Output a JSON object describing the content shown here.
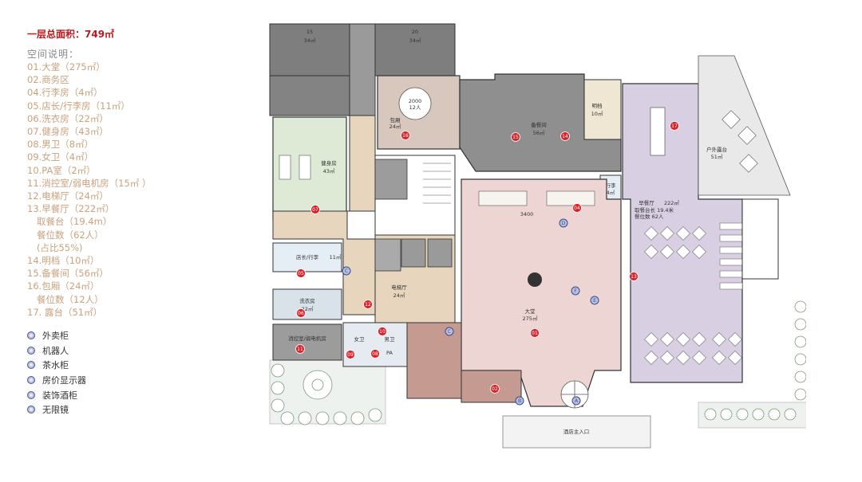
{
  "legend": {
    "title": "一层总面积：749㎡",
    "subtitle": "空间说明：",
    "items": [
      "01.大堂（275㎡）",
      "02.商务区",
      "04.行李房（4㎡）",
      "05.店长/行李房（11㎡）",
      "06.洗衣房（22㎡）",
      "07.健身房（43㎡）",
      "08.男卫（8㎡）",
      "09.女卫（4㎡）",
      "10.PA室（2㎡）",
      "11.消控室/弱电机房（15㎡ ）",
      "12.电梯厅（24㎡）",
      "13.早餐厅（222㎡）",
      "取餐台（19.4m）",
      "餐位数（62人）",
      "(占比55%)",
      "14.明档（10㎡）",
      "15.备餐间（56㎡）",
      "16.包厢（24㎡）",
      "餐位数（12人）",
      "17. 露台（51㎡）"
    ]
  },
  "device_legend": [
    {
      "code": "A",
      "label": "外卖柜"
    },
    {
      "code": "B",
      "label": "机器人"
    },
    {
      "code": "C",
      "label": "茶水柜"
    },
    {
      "code": "D",
      "label": "房价显示器"
    },
    {
      "code": "E",
      "label": "装饰酒柜"
    },
    {
      "code": "F",
      "label": "无限镜"
    }
  ],
  "plan": {
    "rooms": {
      "r15": "15",
      "r15_area": "34㎡",
      "r20": "20",
      "r20_area": "34㎡",
      "gym": "健身房",
      "gym_area": "43㎡",
      "private_room": "包厢",
      "private_area": "24㎡",
      "table_size": "2000",
      "table_seats": "12人",
      "prep": "备餐间",
      "prep_area": "56㎡",
      "open_kitchen": "明档",
      "open_kitchen_area": "10㎡",
      "terrace": "户外露台",
      "terrace_area": "51㎡",
      "luggage": "行李",
      "luggage_area": "4㎡",
      "manager": "店长/行李",
      "manager_area": "11㎡",
      "laundry": "洗衣房",
      "laundry_area": "22㎡",
      "elevator_hall": "电梯厅",
      "elevator_hall_area": "24㎡",
      "lobby": "大堂",
      "lobby_area": "275㎡",
      "breakfast": "早餐厅",
      "breakfast_area": "222㎡",
      "breakfast_note1": "取餐台长 19.4米",
      "breakfast_note2": "餐位数 62人",
      "fire_control": "消控室/弱电机房",
      "female_wc": "女卫",
      "male_wc": "男卫",
      "pa": "PA",
      "entrance": "酒店主入口",
      "dim_3400": "3400"
    },
    "markers": [
      "01",
      "02",
      "04",
      "05",
      "06",
      "07",
      "08",
      "09",
      "10",
      "11",
      "12",
      "13",
      "14",
      "15",
      "16",
      "17"
    ]
  }
}
